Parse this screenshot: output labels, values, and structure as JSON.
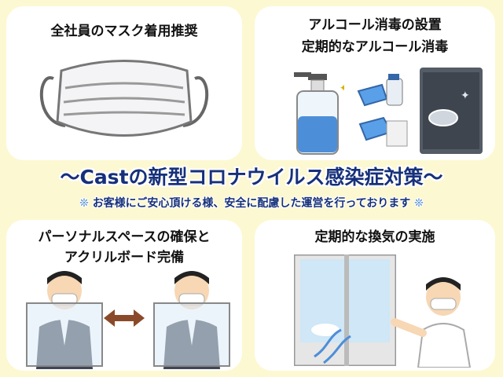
{
  "panels": {
    "mask": {
      "title": "全社員のマスク着用推奨"
    },
    "alcohol": {
      "title_line1": "アルコール消毒の設置",
      "title_line2": "定期的なアルコール消毒"
    },
    "distance": {
      "title_line1": "パーソナルスペースの確保と",
      "title_line2": "アクリルボード完備"
    },
    "ventilation": {
      "title": "定期的な換気の実施"
    }
  },
  "banner": {
    "main": "〜Castの新型コロナウイルス感染症対策〜",
    "sub_star_left": "❊",
    "sub": "お客様にご安心頂ける様、安全に配慮した運営を行っております",
    "sub_star_right": "❊"
  },
  "colors": {
    "background": "#fcf8d2",
    "banner_text": "#16307a",
    "panel": "#ffffff",
    "accent_blue": "#3b7fd4"
  },
  "icons": [
    "mask-illustration",
    "sanitizer-bottle-illustration",
    "spray-glove-illustration",
    "door-handle-illustration",
    "worker-with-partition-illustration",
    "double-arrow-illustration",
    "window-ventilation-illustration"
  ]
}
